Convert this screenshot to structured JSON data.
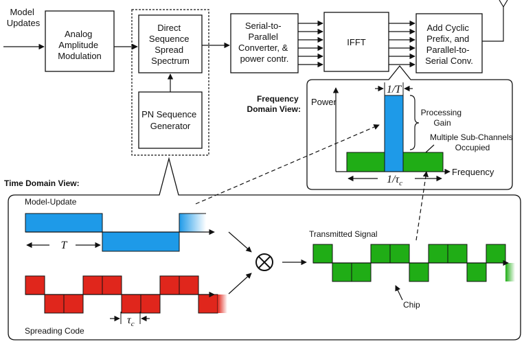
{
  "blocks": {
    "input_label": [
      "Model",
      "Updates"
    ],
    "analog": [
      "Analog",
      "Amplitude",
      "Modulation"
    ],
    "dsss": [
      "Direct",
      "Sequence",
      "Spread",
      "Spectrum"
    ],
    "pn": [
      "PN Sequence",
      "Generator"
    ],
    "s2p": [
      "Serial-to-",
      "Parallel",
      "Converter, &",
      "power contr."
    ],
    "ifft": "IFFT",
    "cp": [
      "Add Cyclic",
      "Prefix, and",
      "Parallel-to-",
      "Serial Conv."
    ]
  },
  "freq_view": {
    "title": [
      "Frequency",
      "Domain View:"
    ],
    "power_label": "Power",
    "frequency_label": "Frequency",
    "inv_T": "1/T",
    "inv_tau": "1/τ",
    "tau_sub": "c",
    "gain_label": [
      "Processing",
      "Gain"
    ],
    "sub_label": [
      "Multiple Sub-Channels",
      "Occupied"
    ]
  },
  "time_view": {
    "title": "Time Domain View:",
    "model_update": "Model-Update",
    "period": "T",
    "tau": "τ",
    "tau_sub": "c",
    "spreading_code": "Spreading Code",
    "transmitted": "Transmitted Signal",
    "chip": "Chip",
    "multiply_symbol": "⊗"
  },
  "colors": {
    "blue": "#1e9ae8",
    "red": "#e0261c",
    "green": "#20ad16",
    "outline": "#111111"
  }
}
